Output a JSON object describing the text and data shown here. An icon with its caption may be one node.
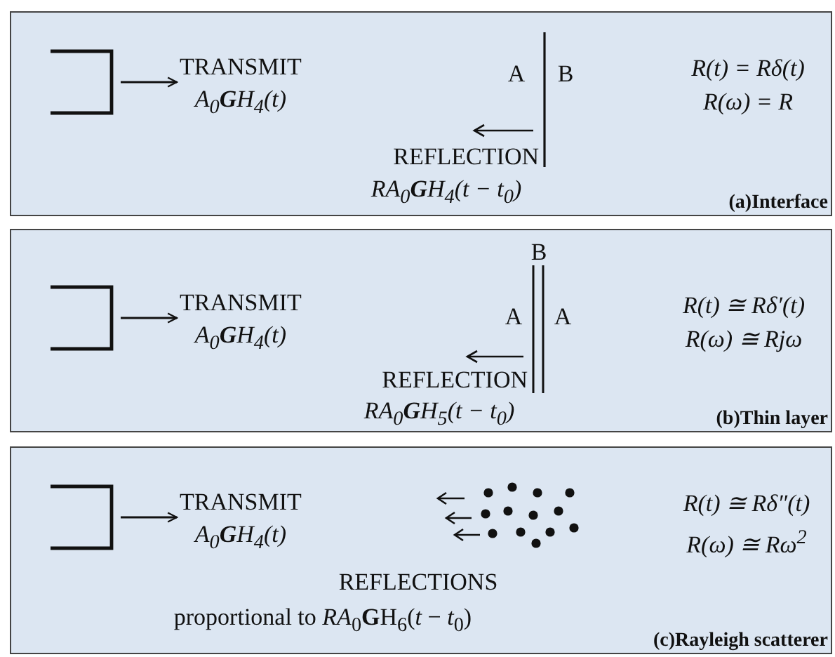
{
  "diagram": {
    "nodes": [
      {
        "text": [
          "(a)Interface"
        ]
      },
      {
        "text": [],
        "shape": "box",
        "in": 0
      },
      {
        "text": [
          "TRANSMIT",
          "A$_{0}$**G**H$_{4}$(t)"
        ],
        "in": 0
      },
      {
        "text": [
          "(b)Thin layer"
        ]
      },
      {
        "text": [],
        "shape": "box",
        "in": 3
      },
      {
        "text": [
          "TRANSMIT",
          "A$_{0}$**G**H$_{4}$(t)"
        ],
        "in": 3
      },
      {
        "text": [
          "(c)Rayleigh scatterer"
        ]
      },
      {
        "text": [],
        "shape": "box",
        "in": 6
      },
      {
        "text": [
          "TRANSMIT",
          "A$_{0}$**G**H$_{4}$(t)"
        ],
        "in": 6
      }
    ],
    "edges": [
      {
        "from": 1,
        "to": 2,
        "arrow": "to"
      },
      {
        "from": 4,
        "to": 5,
        "arrow": "to"
      },
      {
        "from": 7,
        "to": 8,
        "arrow": "to"
      }
    ],
    "labels": [
      "A",
      "B",
      "R(t) = Rδ(t)",
      "R(ω) = R",
      "REFLECTION",
      "RA$_{0}$**G**H$_{4}$(t − t$_{0}$)",
      "B",
      "A",
      "A",
      "R(t) ≅ Rδ′(t)",
      "R(ω) ≅ Rjω",
      "REFLECTION",
      "RA$_{0}$**G**H$_{5}$(t − t$_{0}$)",
      "R(t) ≅ Rδ″(t)",
      "R(ω) ≅ Rω$^{2}$",
      "REFLECTIONS",
      "proportional to *RA*$_{0}$**G**H$_{6}$(*t* − *t*$_{0}$)"
    ]
  }
}
